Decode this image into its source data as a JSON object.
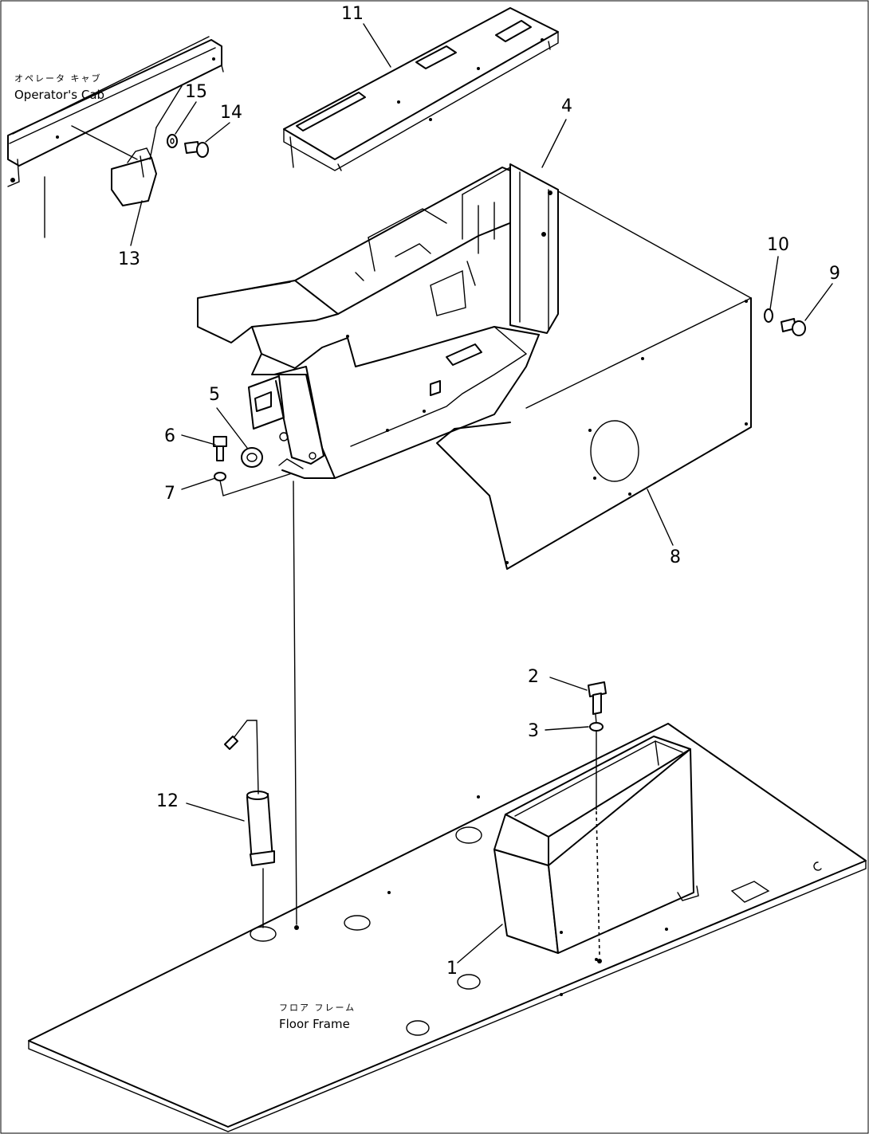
{
  "labels": {
    "cab_jp": "オペレータ キャブ",
    "cab_en": "Operator's Cab",
    "floor_jp": "フロア フレーム",
    "floor_en": "Floor Frame"
  },
  "callouts": {
    "c1": "1",
    "c2": "2",
    "c3": "3",
    "c4": "4",
    "c5": "5",
    "c6": "6",
    "c7": "7",
    "c8": "8",
    "c9": "9",
    "c10": "10",
    "c11": "11",
    "c12": "12",
    "c13": "13",
    "c14": "14",
    "c15": "15"
  }
}
